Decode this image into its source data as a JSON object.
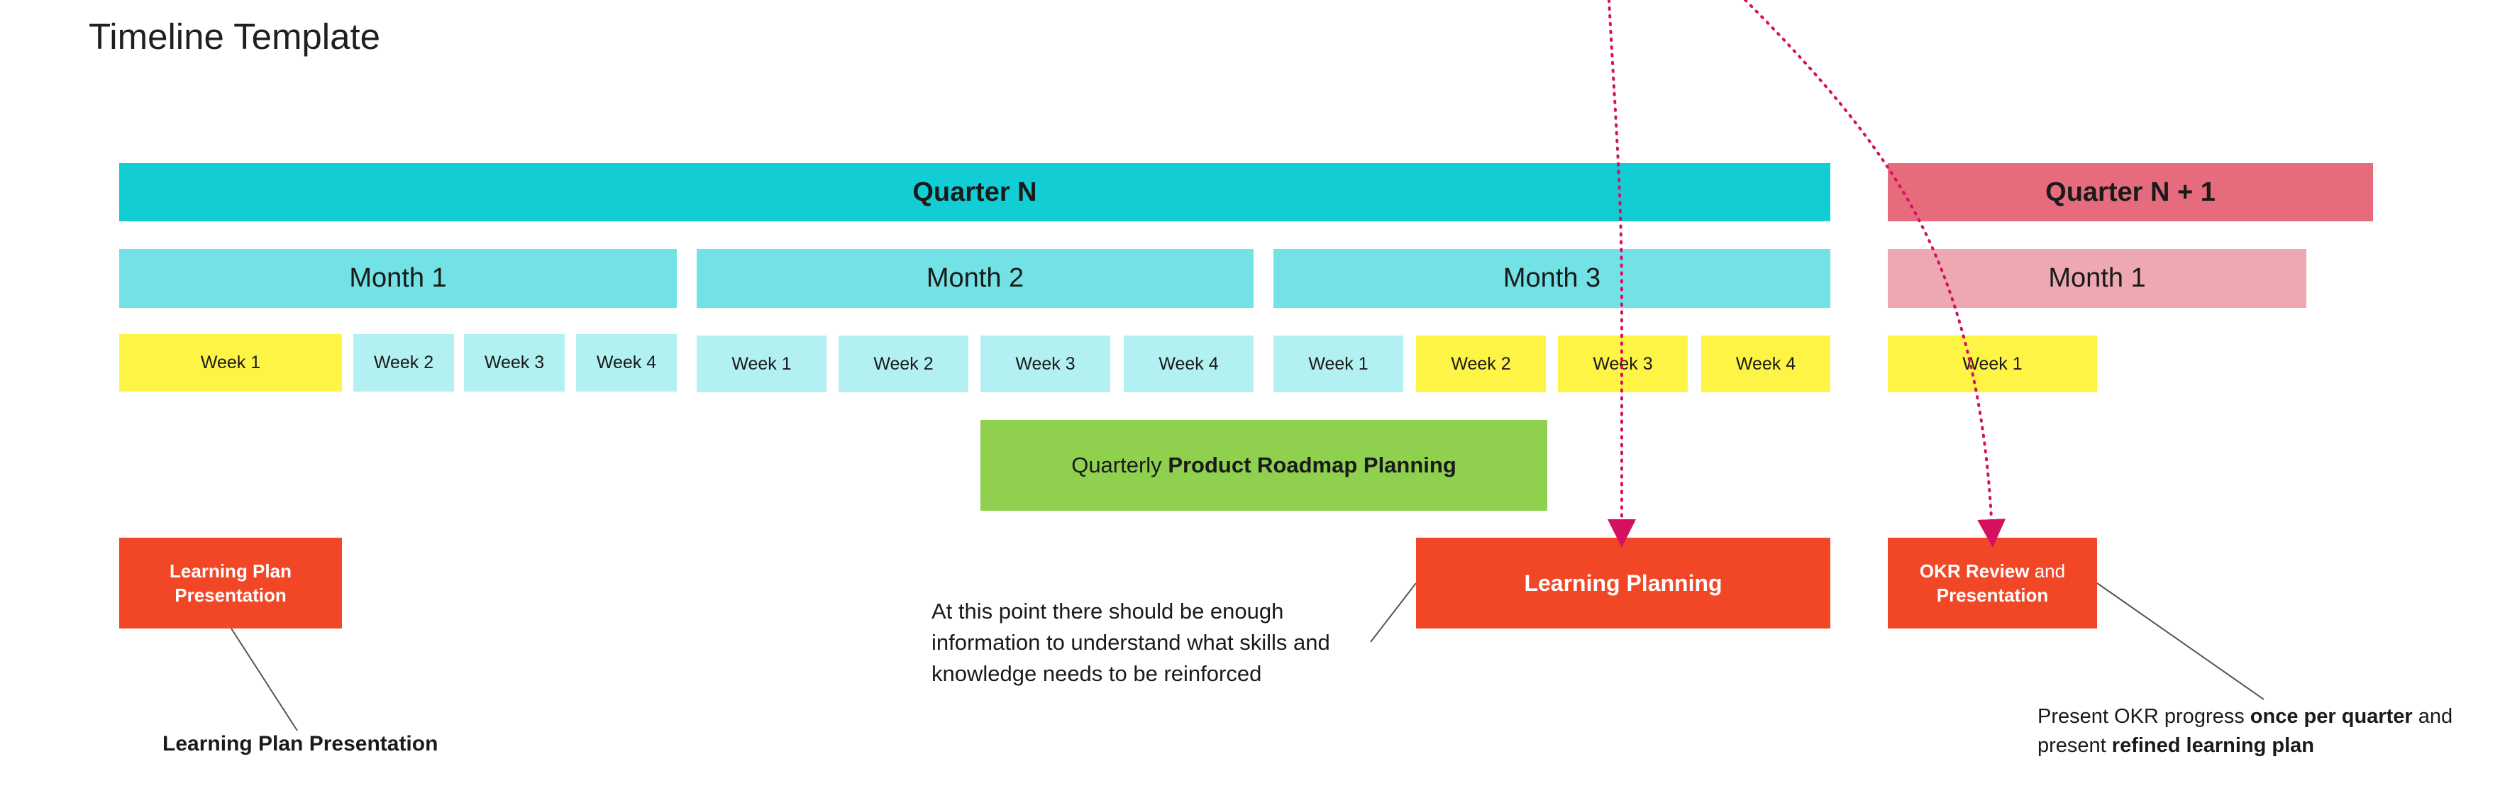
{
  "title": "Timeline Template",
  "quarters": [
    "Quarter N",
    "Quarter N + 1"
  ],
  "months": [
    "Month 1",
    "Month 2",
    "Month 3",
    "Month 1"
  ],
  "weeks": [
    "Week 1",
    "Week 2",
    "Week 3",
    "Week 4",
    "Week 1",
    "Week 2",
    "Week 3",
    "Week 4",
    "Week 1",
    "Week 2",
    "Week 3",
    "Week 4",
    "Week 1"
  ],
  "roadmap": {
    "prefix": "Quarterly ",
    "bold": "Product Roadmap Planning"
  },
  "cards": {
    "learning_plan_presentation": "Learning Plan Presentation",
    "learning_planning": "Learning Planning",
    "okr_bold": "OKR Review",
    "okr_and": " and",
    "okr_presentation": "Presentation"
  },
  "notes": {
    "learning_plan_label": "Learning Plan Presentation",
    "enough_info": [
      "At this point there should be enough",
      "information to understand what skills and",
      "knowledge needs to be reinforced"
    ],
    "okr_note": {
      "t1": "Present OKR progress ",
      "b1": "once per quarter",
      "t2": " and",
      "t3": "present ",
      "b2": "refined learning plan"
    }
  },
  "colors": {
    "quarter_n": "#12cdd4",
    "month_n": "#72e2e6",
    "week_light": "#b2f0f2",
    "week_highlight": "#fef445",
    "quarter_n1": "#e66c7d",
    "month_n1": "#eea8b2",
    "roadmap": "#8fd14f",
    "card": "#f24726",
    "arrow": "#d4105f"
  }
}
